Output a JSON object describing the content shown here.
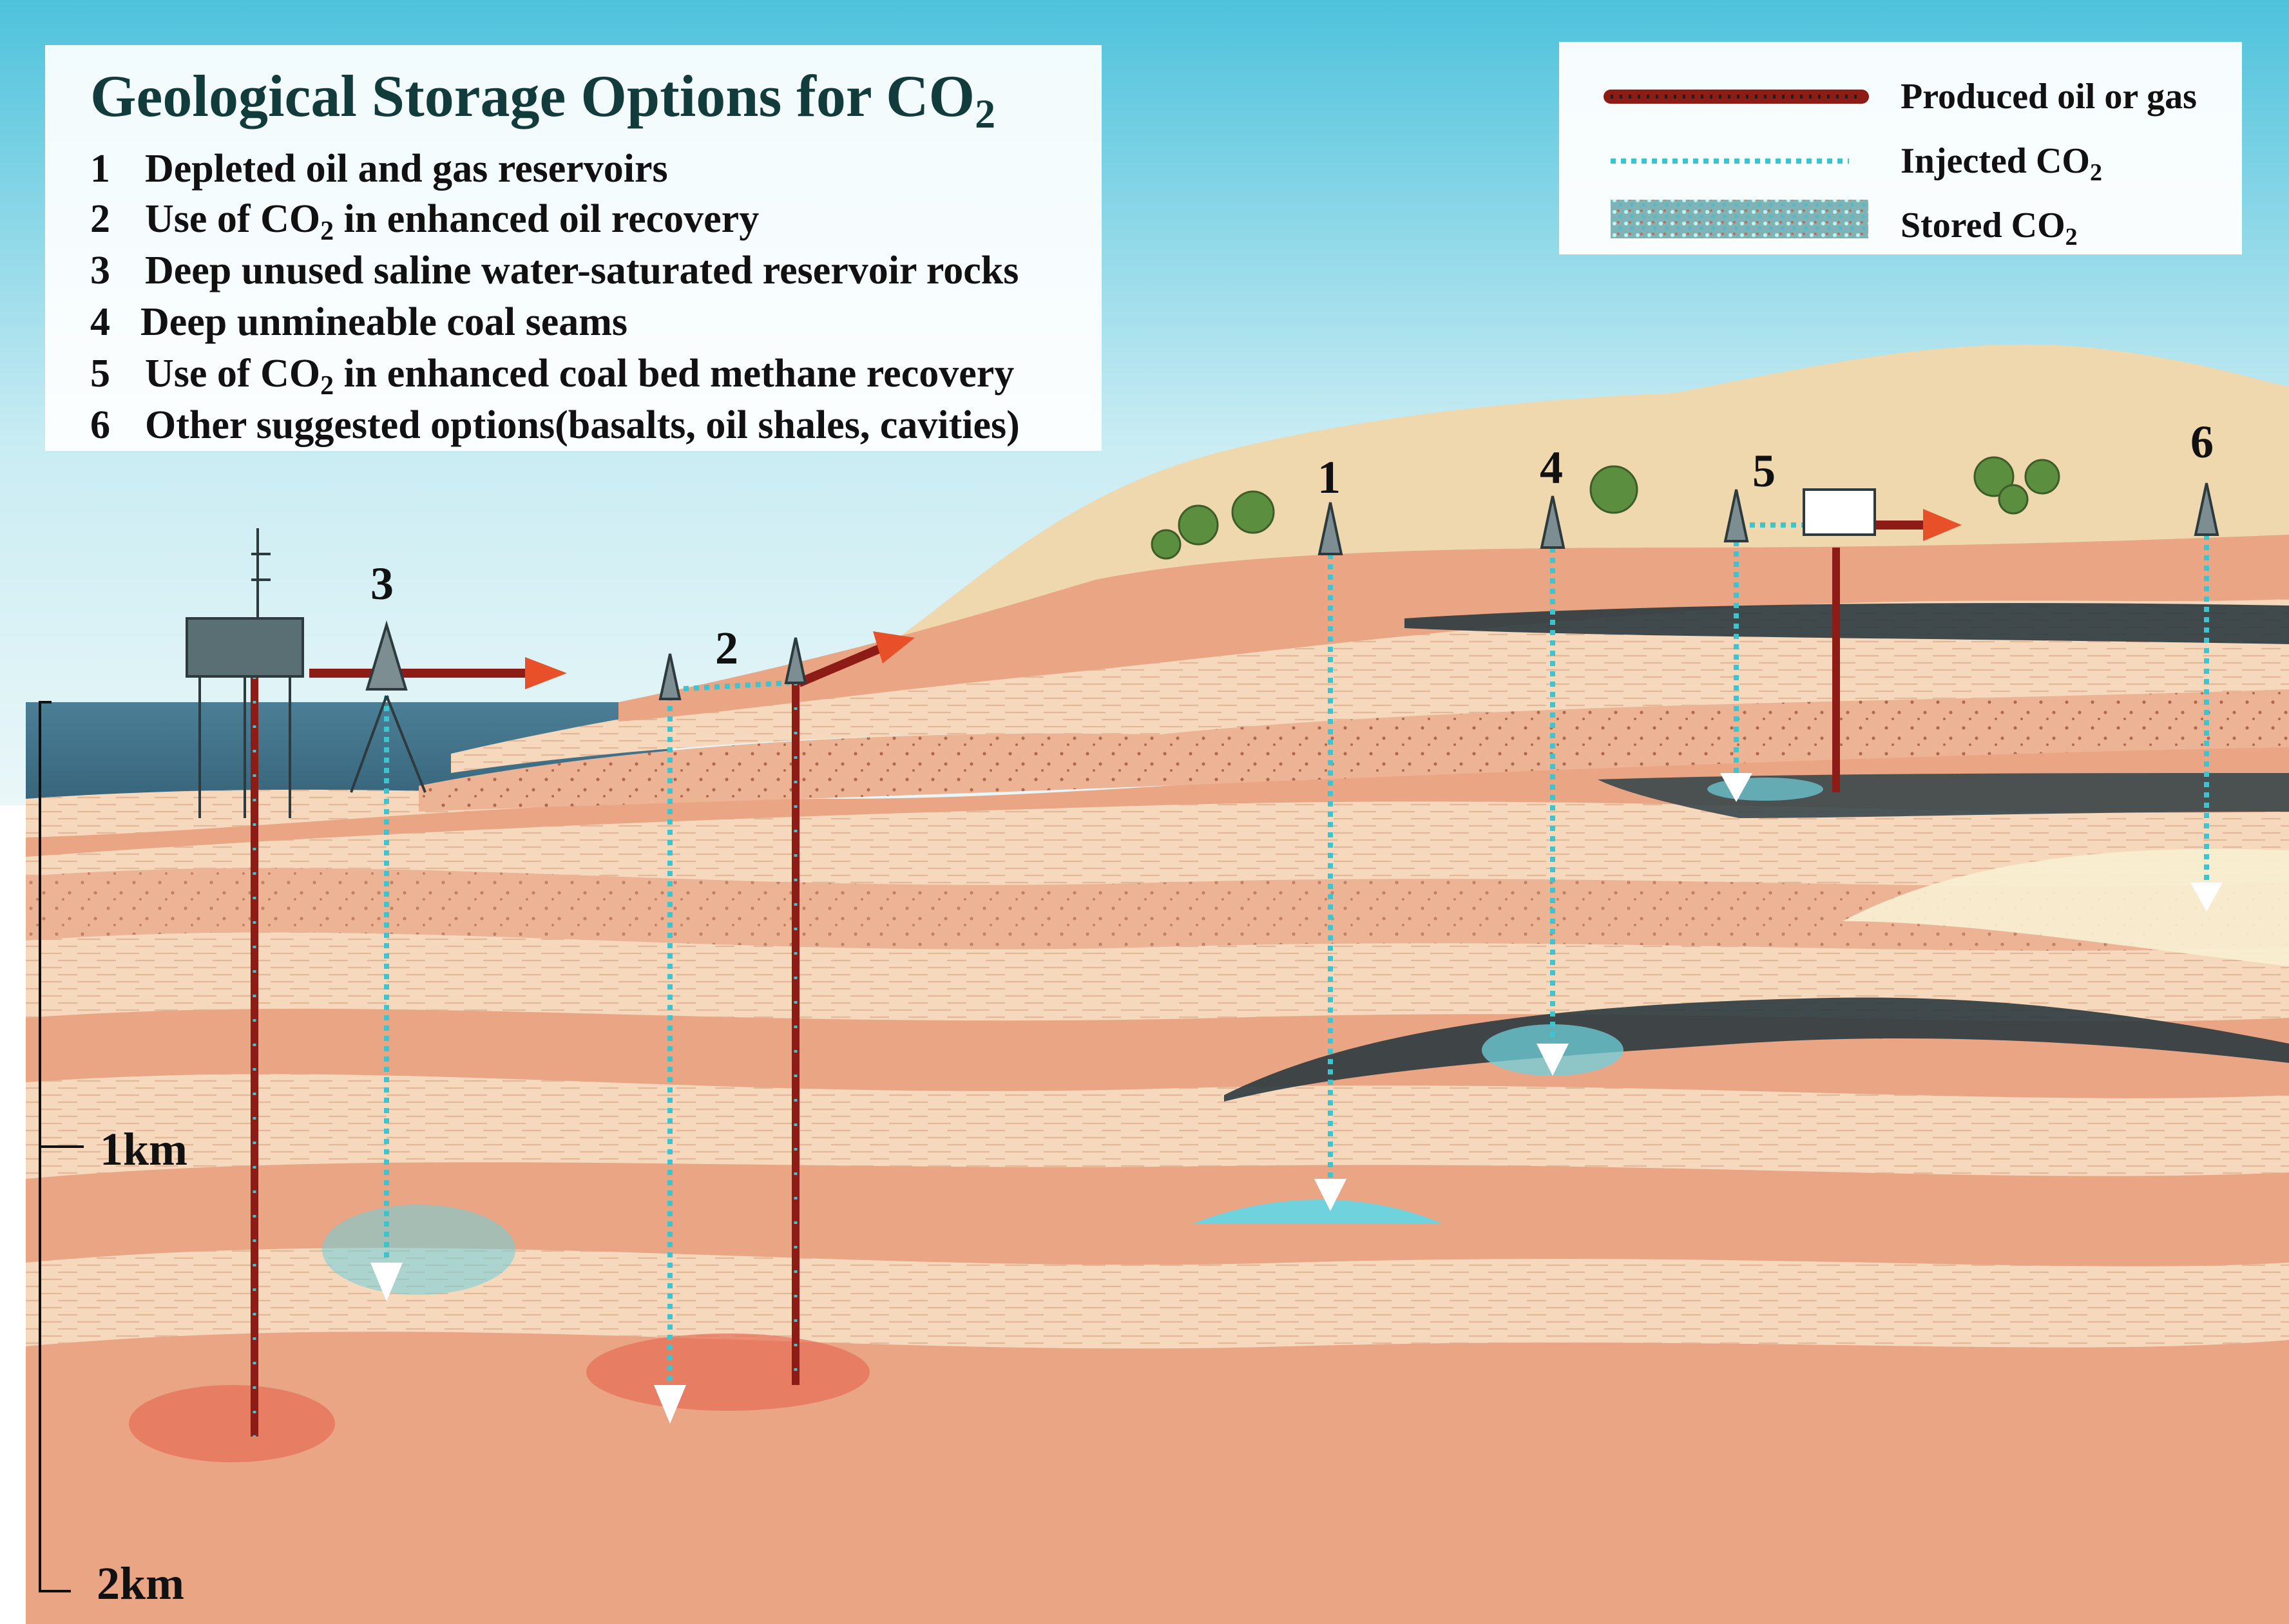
{
  "title": {
    "main": "Geological Storage Options for CO",
    "sub": "2"
  },
  "options": [
    {
      "num": "1",
      "text": "Depleted oil and gas reservoirs"
    },
    {
      "num": "2",
      "pre": "Use of CO",
      "sub": "2",
      "post": " in enhanced oil recovery"
    },
    {
      "num": "3",
      "text": "Deep unused saline water-saturated reservoir rocks"
    },
    {
      "num": "4",
      "text": "Deep unmineable coal seams"
    },
    {
      "num": "5",
      "pre": "Use of  CO",
      "sub": "2",
      "post": "  in enhanced coal bed methane recovery"
    },
    {
      "num": "6",
      "text": "Other suggested options(basalts, oil shales, cavities)"
    }
  ],
  "legend": {
    "produced": "Produced oil or gas",
    "injected_pre": "Injected CO",
    "injected_sub": "2",
    "stored_pre": "Stored CO",
    "stored_sub": "2"
  },
  "well_labels": {
    "w1": "1",
    "w2": "2",
    "w3": "3",
    "w4": "4",
    "w5": "5",
    "w6": "6"
  },
  "depth": {
    "km1": "1km",
    "km2": "2km"
  },
  "colors": {
    "sky": "#c9ecf3",
    "sea": "#3f6f86",
    "land": "#efd8ae",
    "rock_dark": "#e9a584",
    "rock_light": "#f6d8bd",
    "coal": "#2c3a3f",
    "produced": "#8e1c16",
    "produced_arrow": "#e8502a",
    "injected": "#3cc4cf",
    "stored": "#5bc7d6",
    "text": "#111111",
    "title": "#123c3b"
  }
}
